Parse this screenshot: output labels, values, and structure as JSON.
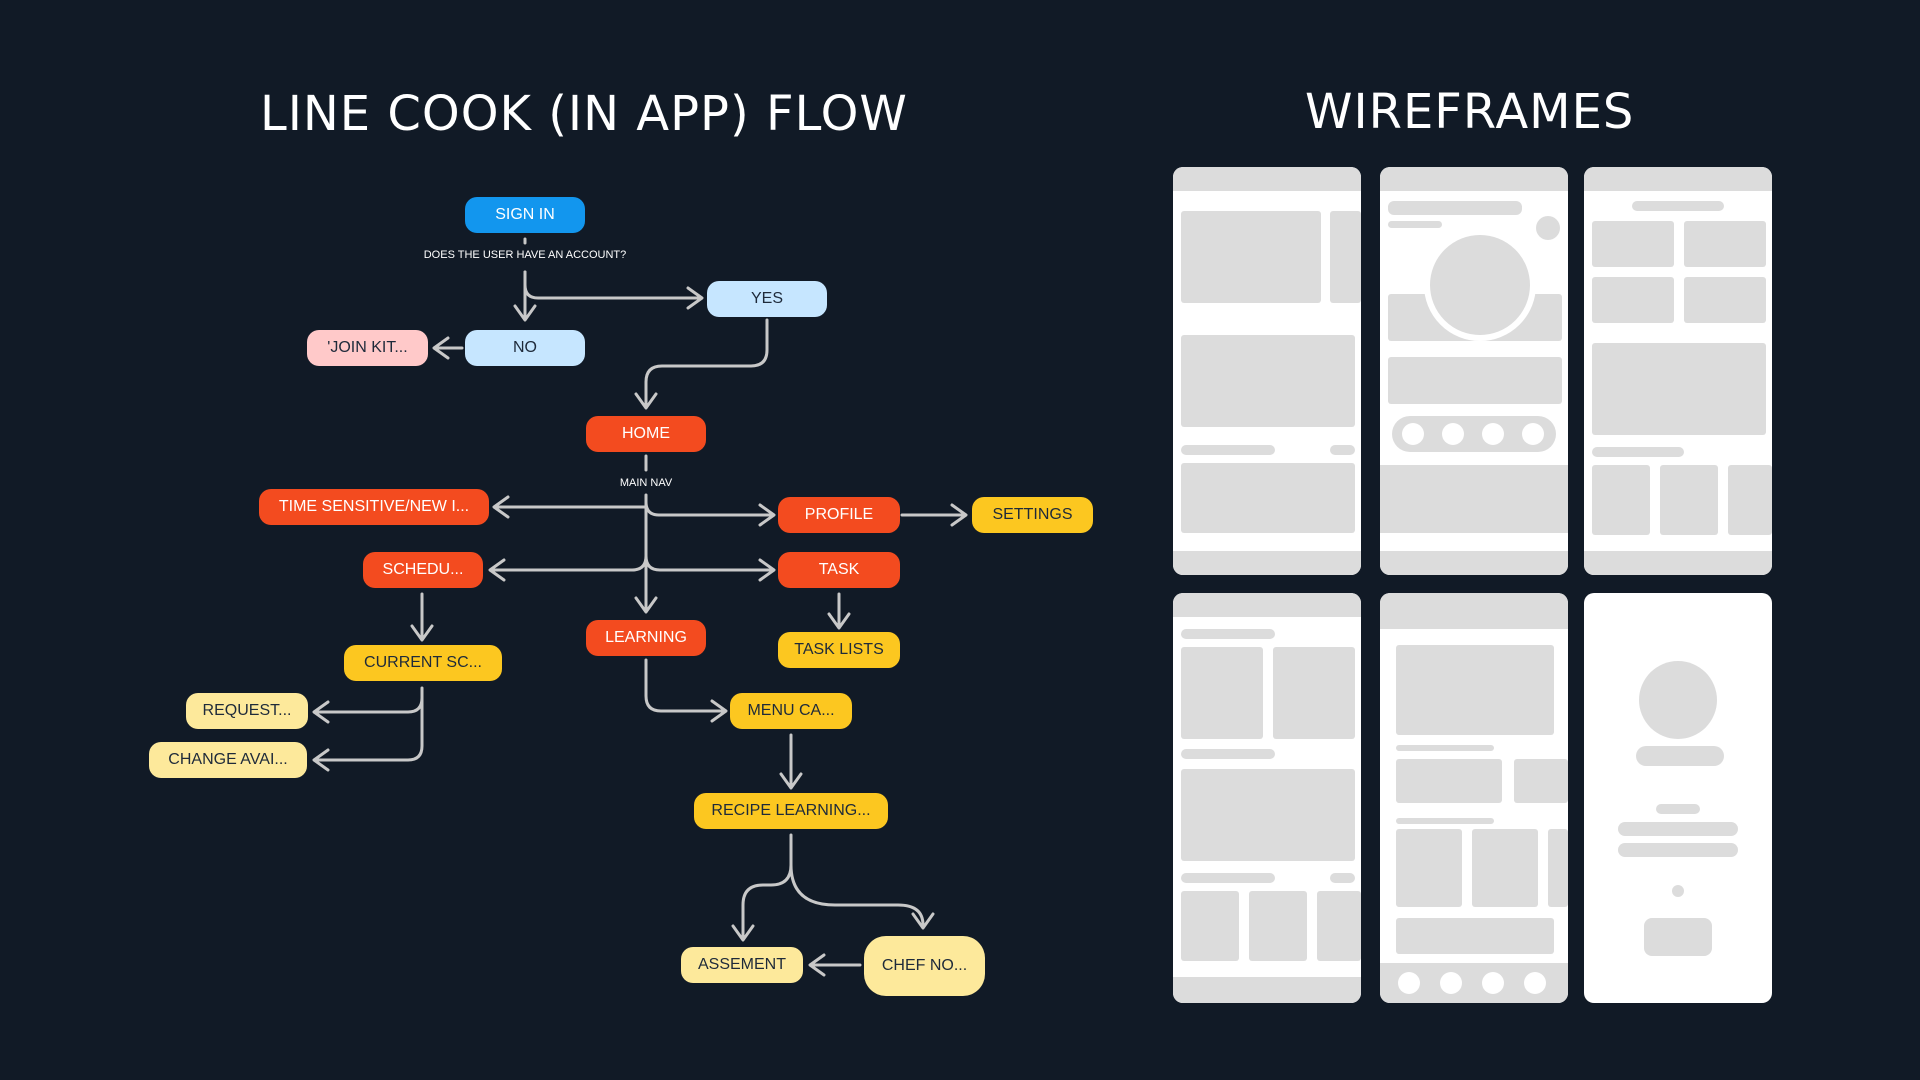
{
  "flow": {
    "title": "LINE COOK (IN APP) FLOW",
    "question_label": "DOES THE USER HAVE AN ACCOUNT?",
    "main_nav_label": "MAIN NAV",
    "nodes": {
      "sign_in": "SIGN IN",
      "yes": "YES",
      "no": "NO",
      "join_kit": "'JOIN KIT...",
      "home": "HOME",
      "time_sensitive": "TIME SENSITIVE/NEW I...",
      "profile": "PROFILE",
      "settings": "SETTINGS",
      "schedule": "SCHEDU...",
      "task": "TASK",
      "learning": "LEARNING",
      "task_lists": "TASK LISTS",
      "current_schedule": "CURRENT SC...",
      "request": "REQUEST...",
      "change_avail": "CHANGE AVAI...",
      "menu_ca": "MENU CA...",
      "recipe_learning": "RECIPE LEARNING...",
      "assement": "ASSEMENT",
      "chef_notes": "CHEF NO..."
    }
  },
  "wireframes": {
    "title": "WIREFRAMES",
    "screen_count": 6
  },
  "colors": {
    "background": "#111a26",
    "blue": "#1296ee",
    "light_blue": "#c6e6ff",
    "pink": "#ffc9c9",
    "red": "#f34b1f",
    "yellow": "#fcc720",
    "pale_yellow": "#fde99b",
    "connector": "#c8c8c8",
    "wireframe_block": "#dcdcdc"
  }
}
